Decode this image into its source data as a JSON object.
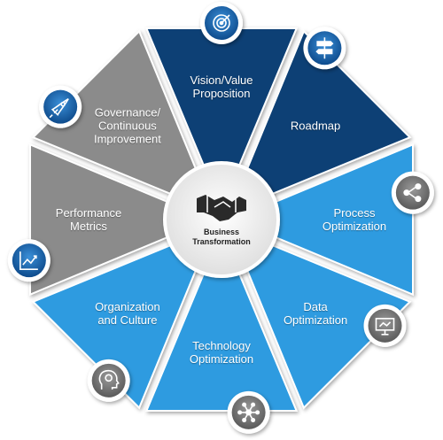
{
  "center": {
    "title_line1": "Business",
    "title_line2": "Transformation",
    "icon": "handshake-icon"
  },
  "segments": [
    {
      "label": "Vision/Value\nProposition",
      "color": "#0c3f74",
      "icon": "target-icon"
    },
    {
      "label": "Roadmap",
      "color": "#0c3f74",
      "icon": "signpost-icon"
    },
    {
      "label": "Process\nOptimization",
      "color": "#2e9be0",
      "icon": "flowchart-icon"
    },
    {
      "label": "Data\nOptimization",
      "color": "#2e9be0",
      "icon": "presentation-board-icon"
    },
    {
      "label": "Technology\nOptimization",
      "color": "#2e9be0",
      "icon": "network-hub-icon"
    },
    {
      "label": "Organization\nand Culture",
      "color": "#2e9be0",
      "icon": "head-gear-icon"
    },
    {
      "label": "Performance\nMetrics",
      "color": "#8b8b8b",
      "icon": "line-chart-icon"
    },
    {
      "label": "Governance/\nContinuous\nImprovement",
      "color": "#8b8b8b",
      "icon": "rocket-icon"
    }
  ]
}
